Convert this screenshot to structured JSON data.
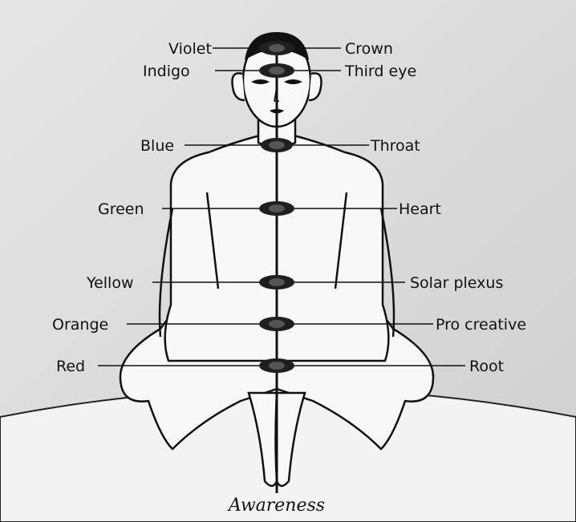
{
  "caption": "Awareness",
  "chakras": [
    {
      "color_label": "Violet",
      "name_label": "Crown"
    },
    {
      "color_label": "Indigo",
      "name_label": "Third eye"
    },
    {
      "color_label": "Blue",
      "name_label": "Throat"
    },
    {
      "color_label": "Green",
      "name_label": "Heart"
    },
    {
      "color_label": "Yellow",
      "name_label": "Solar plexus"
    },
    {
      "color_label": "Orange",
      "name_label": "Pro creative"
    },
    {
      "color_label": "Red",
      "name_label": "Root"
    }
  ],
  "colors": {
    "background": "#dcdcdc",
    "figure_fill": "#f7f7f7",
    "floor": "#f2f2f2",
    "ink": "#111111",
    "spot": "#1f1f1f"
  }
}
